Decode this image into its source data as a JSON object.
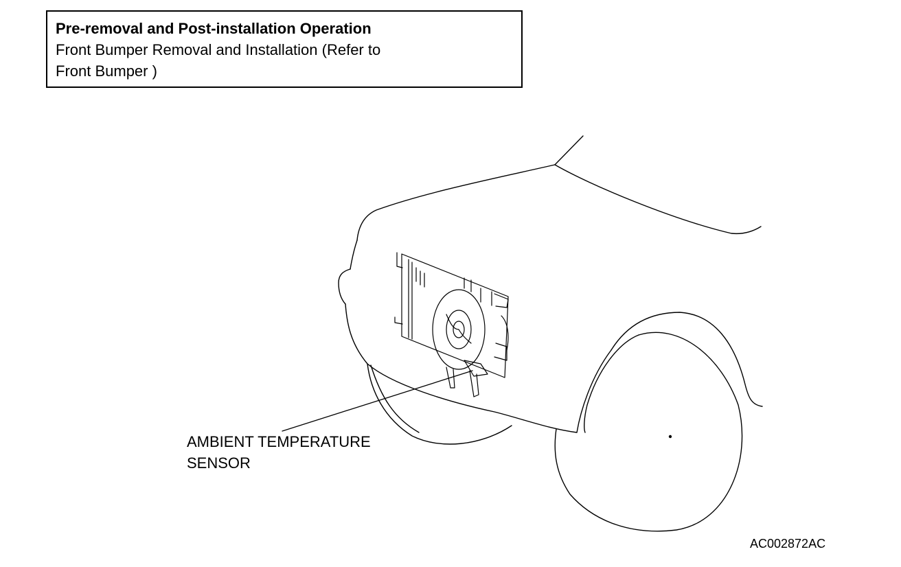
{
  "note": {
    "title": "Pre-removal and Post-installation Operation",
    "line1": "Front Bumper Removal and Installation (Refer to",
    "line2": "Front Bumper )"
  },
  "callout": {
    "line1": "AMBIENT TEMPERATURE",
    "line2": "SENSOR"
  },
  "figure_id": "AC002872AC"
}
